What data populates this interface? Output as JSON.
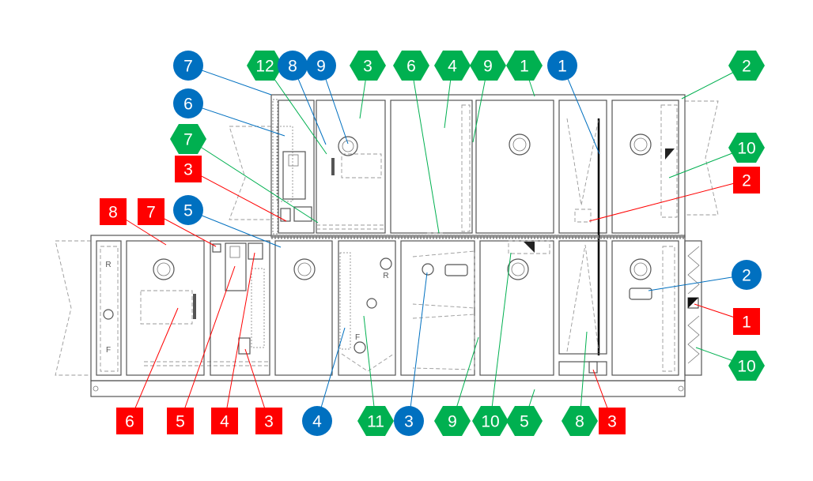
{
  "diagram": {
    "title": "Air handling unit component callouts",
    "colors": {
      "blue": "#0070c0",
      "green": "#00b050",
      "red": "#ff0000"
    },
    "callouts": [
      {
        "label": "7",
        "type": "blue"
      },
      {
        "label": "12",
        "type": "green"
      },
      {
        "label": "8",
        "type": "blue"
      },
      {
        "label": "9",
        "type": "blue"
      },
      {
        "label": "3",
        "type": "green"
      },
      {
        "label": "6",
        "type": "green"
      },
      {
        "label": "4",
        "type": "green"
      },
      {
        "label": "9",
        "type": "green"
      },
      {
        "label": "1",
        "type": "green"
      },
      {
        "label": "1",
        "type": "blue"
      },
      {
        "label": "2",
        "type": "green"
      },
      {
        "label": "6",
        "type": "blue"
      },
      {
        "label": "7",
        "type": "green"
      },
      {
        "label": "3",
        "type": "red"
      },
      {
        "label": "5",
        "type": "blue"
      },
      {
        "label": "8",
        "type": "red"
      },
      {
        "label": "7",
        "type": "red"
      },
      {
        "label": "10",
        "type": "green"
      },
      {
        "label": "2",
        "type": "red"
      },
      {
        "label": "2",
        "type": "blue"
      },
      {
        "label": "1",
        "type": "red"
      },
      {
        "label": "10",
        "type": "green"
      },
      {
        "label": "6",
        "type": "red"
      },
      {
        "label": "5",
        "type": "red"
      },
      {
        "label": "4",
        "type": "red"
      },
      {
        "label": "3",
        "type": "red"
      },
      {
        "label": "4",
        "type": "blue"
      },
      {
        "label": "11",
        "type": "green"
      },
      {
        "label": "3",
        "type": "blue"
      },
      {
        "label": "9",
        "type": "green"
      },
      {
        "label": "10",
        "type": "green"
      },
      {
        "label": "5",
        "type": "green"
      },
      {
        "label": "8",
        "type": "green"
      },
      {
        "label": "3",
        "type": "red"
      }
    ],
    "drawing_labels": {
      "r_top": "R",
      "f_bottom": "F",
      "coil_r": "R",
      "coil_f": "F"
    }
  }
}
